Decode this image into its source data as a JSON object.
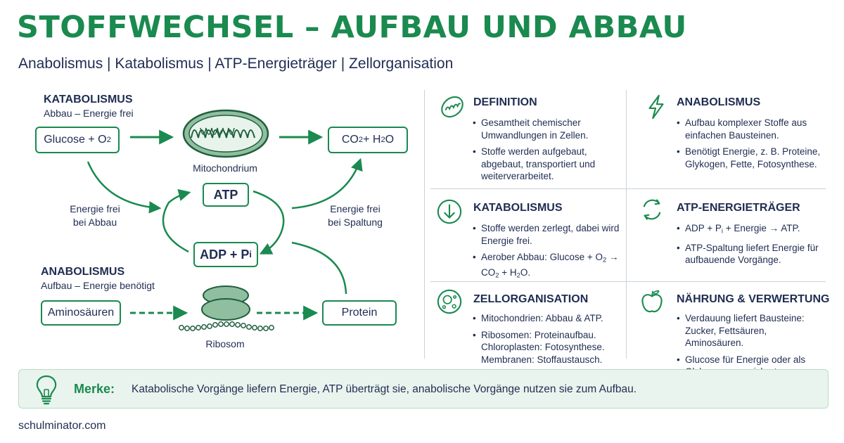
{
  "title": "STOFFWECHSEL – AUFBAU UND ABBAU",
  "subtitle": "Anabolismus | Katabolismus | ATP-Energieträger | Zellorganisation",
  "diagram": {
    "katabolismus_head": "KATABOLISMUS",
    "katabolismus_sub": "Abbau – Energie frei",
    "glucose_box": "Glucose + O<sub>2</sub>",
    "mitochondrium_label": "Mitochondrium",
    "co2_box": "CO<sub>2</sub> + H<sub>2</sub>O",
    "atp_box": "ATP",
    "adp_box": "ADP + P<sub>i</sub>",
    "energie_abbau": "Energie frei\nbei Abbau",
    "energie_spaltung": "Energie frei\nbei Spaltung",
    "anabolismus_head": "ANABOLISMUS",
    "anabolismus_sub": "Aufbau – Energie benötigt",
    "aminosaeuren_box": "Aminosäuren",
    "protein_box": "Protein",
    "ribosom_label": "Ribosom"
  },
  "cells": [
    {
      "icon": "mitochondrion-icon",
      "title": "DEFINITION",
      "items": [
        "Gesamtheit chemischer Umwandlungen in Zellen.",
        "Stoffe werden aufgebaut, abgebaut, transportiert und weiterverarbeitet."
      ]
    },
    {
      "icon": "lightning-icon",
      "title": "ANABOLISMUS",
      "items": [
        "Aufbau komplexer Stoffe aus einfachen Bausteinen.",
        "Benötigt Energie, z. B. Proteine, Glykogen, Fette, Fotosynthese."
      ]
    },
    {
      "icon": "down-arrow-circle-icon",
      "title": "KATABOLISMUS",
      "items": [
        "Stoffe werden zerlegt, dabei wird Energie frei.",
        "Aerober Abbau: Glucose + O<sub>2</sub> → CO<sub>2</sub> + H<sub>2</sub>O."
      ]
    },
    {
      "icon": "cycle-arrows-icon",
      "title": "ATP-ENERGIETRÄGER",
      "items": [
        "ADP + P<sub>i</sub> + Energie → ATP.",
        "ATP-Spaltung liefert Energie für aufbauende Vorgänge."
      ]
    },
    {
      "icon": "cell-icon",
      "title": "ZELLORGANISATION",
      "items": [
        "Mitochondrien: Abbau & ATP.",
        "Ribosomen: Proteinaufbau. Chloroplasten: Fotosynthese. Membranen: Stoffaustausch."
      ]
    },
    {
      "icon": "apple-icon",
      "title": "NÄHRUNG & VERWERTUNG",
      "items": [
        "Verdauung liefert Bausteine: Zucker, Fettsäuren, Aminosäuren.",
        "Glucose für Energie oder als Glykogen gespeichert."
      ]
    }
  ],
  "merke": {
    "icon": "lightbulb-icon",
    "label": "Merke:",
    "text": "Katabolische Vorgänge liefern Energie, ATP überträgt sie, anabolische Vorgänge nutzen sie zum Aufbau."
  },
  "footer": "schulminator.com",
  "colors": {
    "accent": "#1a8a4f",
    "text": "#1f2d52",
    "organelle": "#8fbf9f"
  }
}
